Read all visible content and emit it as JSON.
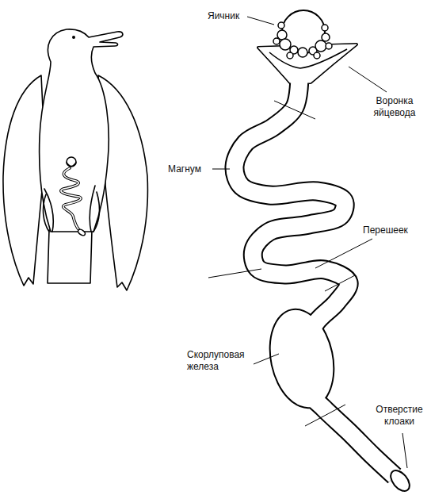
{
  "diagram": {
    "labels": [
      "Яичник",
      "Воронка яйцевода",
      "Магнум",
      "Перешеек",
      "Скорлуповая железа",
      "Отверстие клоаки"
    ]
  }
}
